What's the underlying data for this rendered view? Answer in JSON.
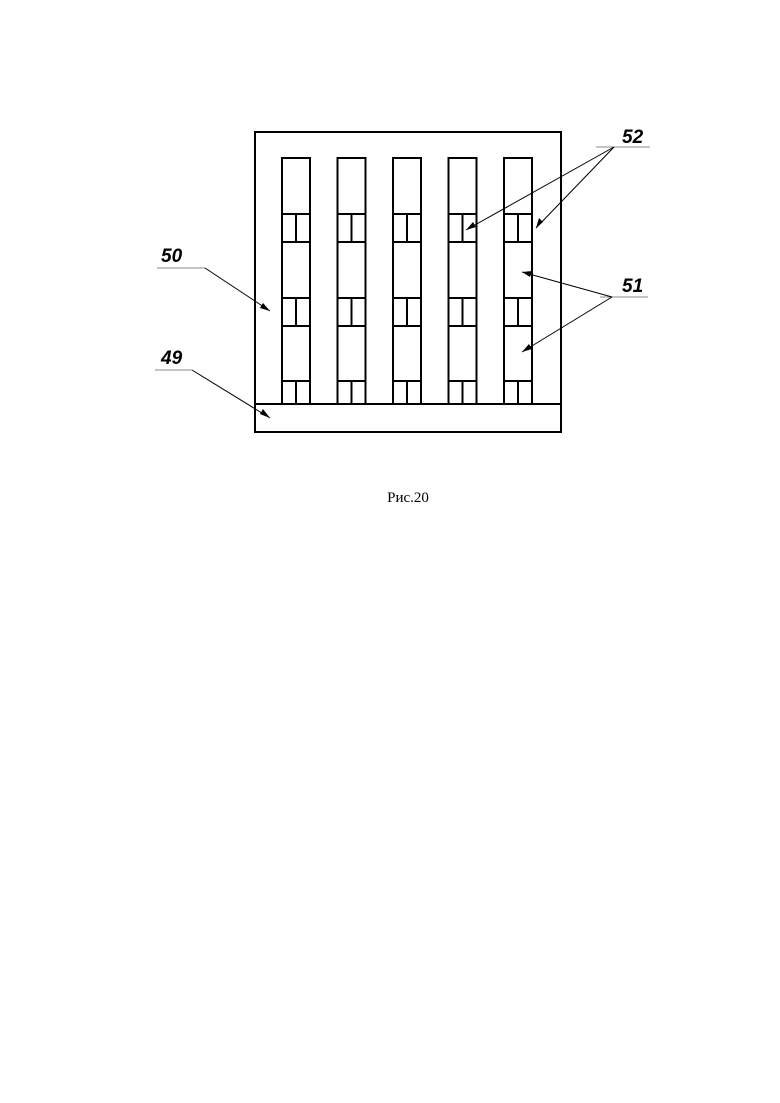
{
  "figure": {
    "caption": "Рис.20",
    "labels": {
      "base": "49",
      "frame": "50",
      "cells": "51",
      "partitions": "52"
    },
    "column_count": 5
  }
}
